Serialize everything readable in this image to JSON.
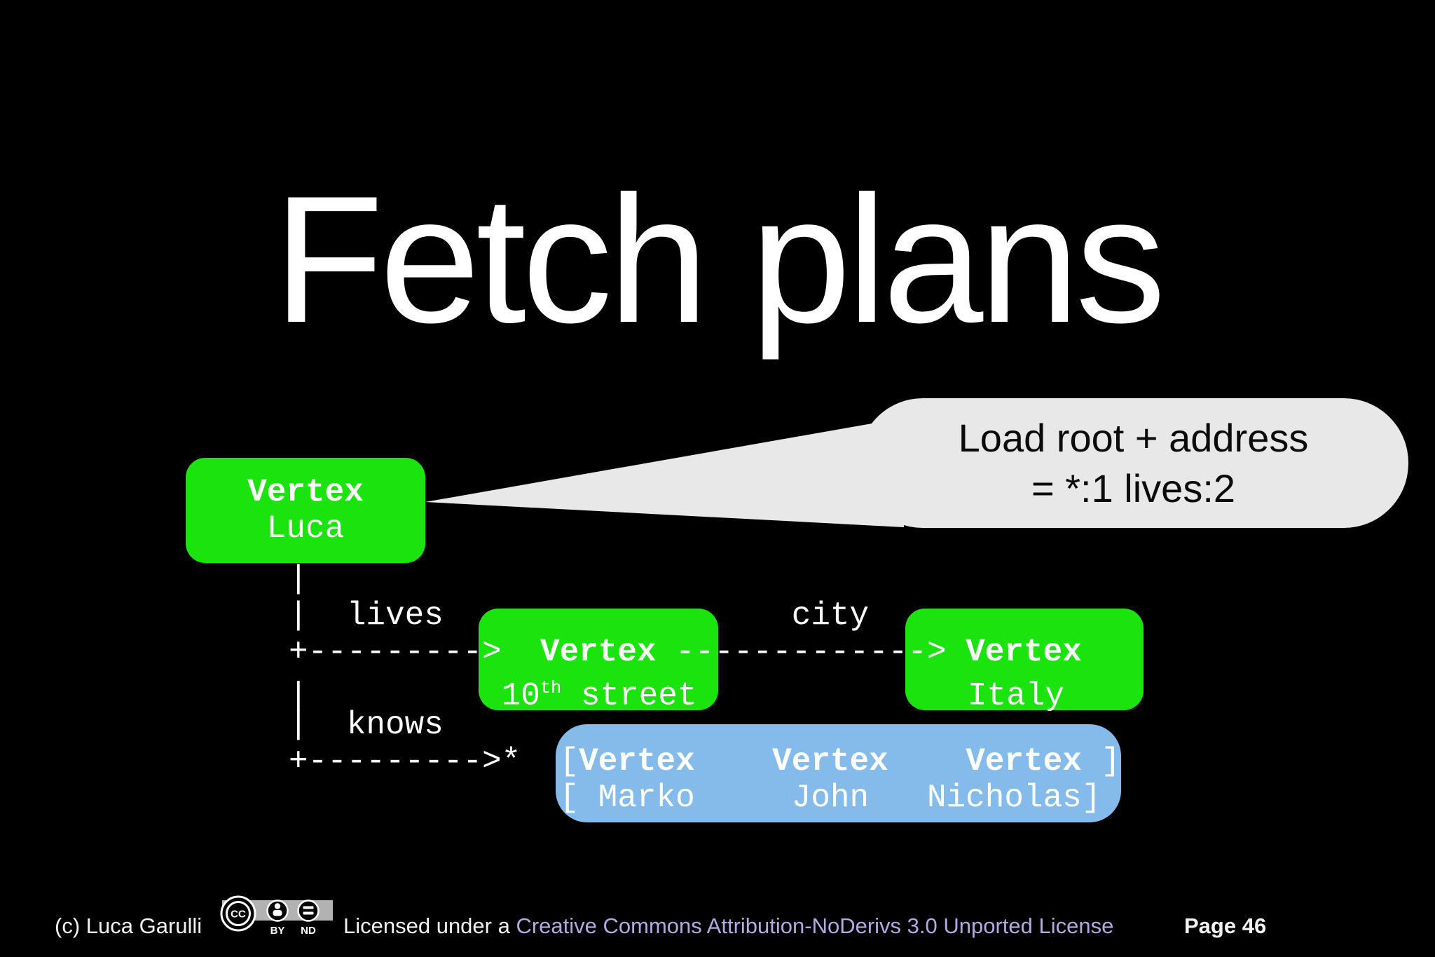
{
  "colors": {
    "green": "#1BE30E",
    "blue": "#85BBEB",
    "bubble": "#E8E8E8",
    "link": "#B3AADF",
    "plate": "#B2B2B2"
  },
  "slide": {
    "title": "Fetch plans"
  },
  "callout": {
    "line1": "Load root + address",
    "line2": "= *:1 lives:2"
  },
  "root_box": {
    "type": "Vertex",
    "name": "Luca"
  },
  "ascii": {
    "row0": "|",
    "row1": "|  lives                  city",
    "row2a": "+--------->  ",
    "row2b": "Vertex",
    "row2c": " -------------> ",
    "row2d": "Vertex",
    "row3a": "|          10",
    "row3b": "th",
    "row3c": " street              ",
    "row3d": "Italy",
    "row4": "|  knows",
    "row5a": "+--------->*  [",
    "row5b": "Vertex",
    "row5c": "    ",
    "row5d": "Vertex",
    "row5e": "    ",
    "row5f": "Vertex",
    "row5g": " ]",
    "row6": "              [ Marko     John   Nicholas]"
  },
  "footer": {
    "copyright": "(c) Luca Garulli",
    "license_prefix": "Licensed under a ",
    "license_link": "Creative Commons Attribution-NoDerivs 3.0 Unported License",
    "page": "Page 46",
    "cc_label": "CC",
    "by_label": "BY",
    "nd_label": "ND"
  }
}
